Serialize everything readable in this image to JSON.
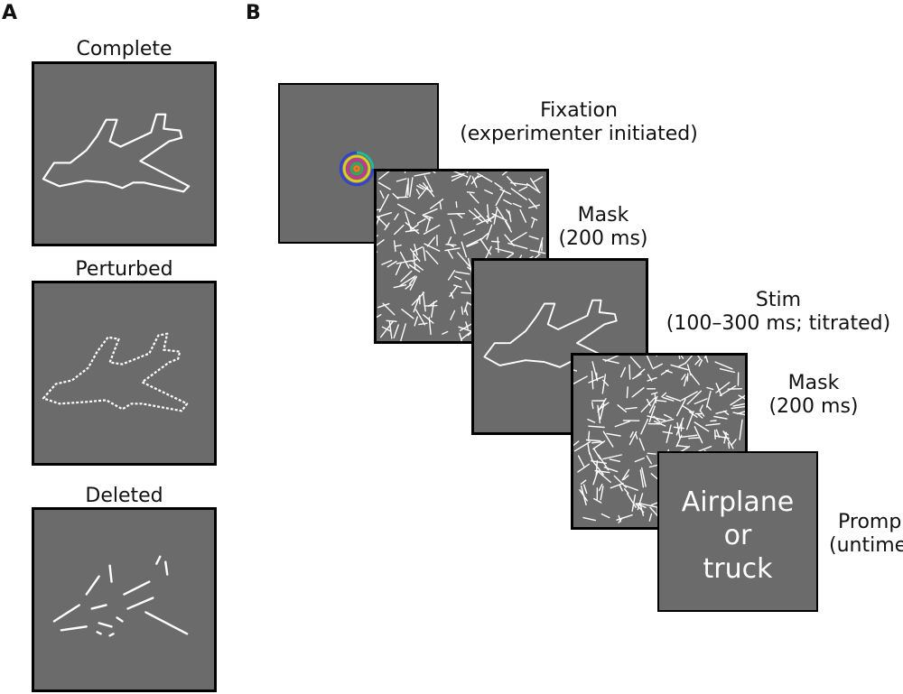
{
  "panel_a": {
    "letter": "A",
    "conditions": [
      {
        "label": "Complete"
      },
      {
        "label": "Perturbed"
      },
      {
        "label": "Deleted"
      }
    ]
  },
  "panel_b": {
    "letter": "B",
    "sequence": [
      {
        "line1": "Fixation",
        "line2": "(experimenter initiated)"
      },
      {
        "line1": "Mask",
        "line2": "(200 ms)"
      },
      {
        "line1": "Stim",
        "line2": "(100–300 ms; titrated)"
      },
      {
        "line1": "Mask",
        "line2": "(200 ms)"
      },
      {
        "line1": "Promp",
        "line2": "(untime"
      }
    ],
    "prompt_screen": {
      "line1": "Airplane",
      "line2": "or",
      "line3": "truck"
    }
  },
  "colors": {
    "screen_gray": "#6b6b6b",
    "stroke_white": "#ffffff",
    "border": "#000000"
  }
}
